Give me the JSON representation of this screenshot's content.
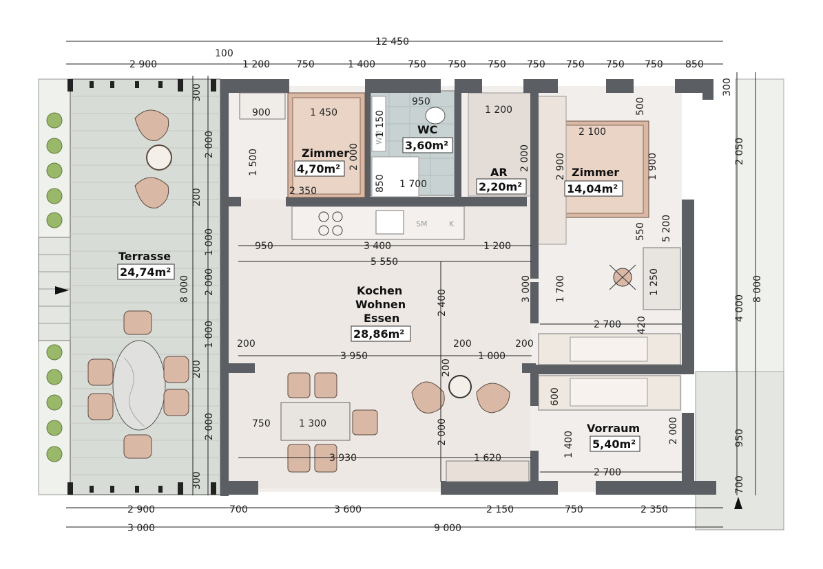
{
  "colors": {
    "wall": "#5b5f63",
    "floor": "#ece8e4",
    "terrace": "#d8dcd7",
    "bedroom_bed": "#d9b8a5",
    "wc_tile": "#c8d2d2",
    "plant": "#9ab86a"
  },
  "rooms": {
    "terrasse": {
      "name": "Terrasse",
      "area": "24,74m²"
    },
    "zimmer_small": {
      "name": "Zimmer",
      "area": "4,70m²"
    },
    "wc": {
      "name": "WC",
      "area": "3,60m²"
    },
    "ar": {
      "name": "AR",
      "area": "2,20m²"
    },
    "zimmer_large": {
      "name": "Zimmer",
      "area": "14,04m²"
    },
    "kochen": {
      "name1": "Kochen",
      "name2": "Wohnen",
      "name3": "Essen",
      "area": "28,86m²"
    },
    "vorraum": {
      "name": "Vorraum",
      "area": "5,40m²"
    }
  },
  "appliances": {
    "sm": "SM",
    "k": "K",
    "wm": "WM"
  },
  "dims": {
    "top_total": "12 450",
    "top_100": "100",
    "top_row": [
      "2 900",
      "1 200",
      "750",
      "1 400",
      "750",
      "750",
      "750",
      "750",
      "750",
      "750",
      "750",
      "850"
    ],
    "bottom_row": [
      "2 900",
      "700",
      "3 600",
      "2 150",
      "750",
      "2 350"
    ],
    "bottom_total": [
      "3 000",
      "9 000"
    ],
    "left_col": [
      "300",
      "2 000",
      "200",
      "1 000",
      "2 000",
      "1 000",
      "200",
      "2 000",
      "300"
    ],
    "left_total": "8 000",
    "right_col": [
      "300",
      "2 050",
      "4 000",
      "950",
      "700"
    ],
    "right_total": "8 000",
    "inner": {
      "d900": "900",
      "d1450": "1 450",
      "d1500": "1 500",
      "d2000a": "2 000",
      "d2350": "2 350",
      "d950wc": "950",
      "d1150": "1 150",
      "d850": "850",
      "d1700": "1 700",
      "d1200ar": "1 200",
      "d2000ar": "2 000",
      "d2100": "2 100",
      "d2900": "2 900",
      "d1900": "1 900",
      "d500": "500",
      "d550": "550",
      "d5200": "5 200",
      "d950k": "950",
      "d3400": "3 400",
      "d1200k": "1 200",
      "d5550": "5 550",
      "d2400": "2 400",
      "d3000": "3 000",
      "d1700b": "1 700",
      "d1250": "1 250",
      "d2700a": "2 700",
      "d420": "420",
      "d200a": "200",
      "d3950": "3 950",
      "d200b": "200",
      "d1000": "1 000",
      "d200c": "200",
      "d200d": "200",
      "d600": "600",
      "d750d": "750",
      "d1300": "1 300",
      "d2000k": "2 000",
      "d3930": "3 930",
      "d1620": "1 620",
      "d1400": "1 400",
      "d2000v": "2 000",
      "d2700b": "2 700"
    }
  }
}
